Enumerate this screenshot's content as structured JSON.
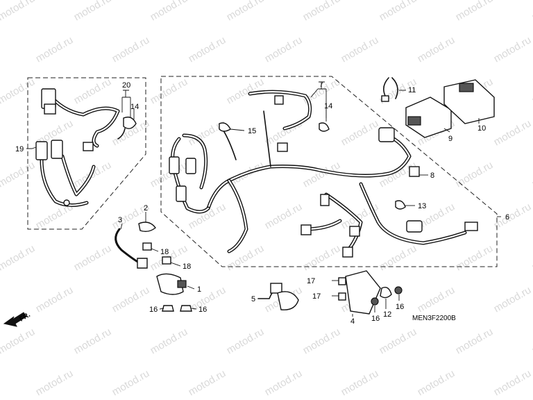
{
  "watermark": {
    "text": "motod.ru"
  },
  "diagram_code": "MEN3F2200B",
  "direction_label": "FR.",
  "callouts": {
    "c1": "1",
    "c2": "2",
    "c3": "3",
    "c4": "4",
    "c5": "5",
    "c6": "6",
    "c7": "7",
    "c8": "8",
    "c9": "9",
    "c10": "10",
    "c11": "11",
    "c12": "12",
    "c13": "13",
    "c14a": "14",
    "c14b": "14",
    "c15": "15",
    "c16a": "16",
    "c16b": "16",
    "c16c": "16",
    "c16d": "16",
    "c17a": "17",
    "c17b": "17",
    "c18a": "18",
    "c18b": "18",
    "c19": "19",
    "c20": "20"
  }
}
